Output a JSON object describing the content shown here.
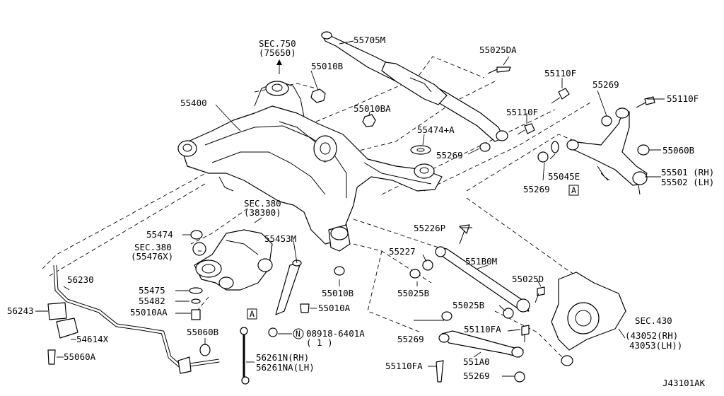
{
  "diagram_code": "J43101AK",
  "labels": {
    "sec750": "SEC.750",
    "sec750_ref": "(75650)",
    "p55705M": "55705M",
    "p55025DA": "55025DA",
    "p55010B_top": "55010B",
    "p55110F_a": "55110F",
    "p55269_a": "55269",
    "p55110F_b": "55110F",
    "p55400": "55400",
    "p55010BA": "55010BA",
    "p55110F_c": "55110F",
    "p55474A": "55474+A",
    "p55269_b": "55269",
    "p55060B_r": "55060B",
    "p55045E": "55045E",
    "p55501": "55501 (RH)",
    "p55502": "55502 (LH)",
    "p55269_c": "55269",
    "marker_A_right": "A",
    "sec380_a": "SEC.380",
    "sec380_a_ref": "(38300)",
    "p55474": "55474",
    "sec380_b": "SEC.380",
    "sec380_b_ref": "(55476X)",
    "p55453M": "55453M",
    "p55226P": "55226P",
    "p55227": "55227",
    "p551B0M": "551B0M",
    "p56230": "56230",
    "p55475": "55475",
    "p55482": "55482",
    "p55010AA": "55010AA",
    "p55010B_mid": "55010B",
    "p55025D": "55025D",
    "p55025B_a": "55025B",
    "p56243": "56243",
    "p55010A": "55010A",
    "p55025B_b": "55025B",
    "marker_A_left": "A",
    "p55060B_l": "55060B",
    "n_circle": "N",
    "p08918": "08918-6401A",
    "p08918_qty": "( 1 )",
    "p54614X": "54614X",
    "p55269_d": "55269",
    "p55110FA_a": "55110FA",
    "sec430": "SEC.430",
    "sec430_rh": "(43052(RH)",
    "sec430_lh": "43053(LH))",
    "p55060A": "55060A",
    "p56261N": "56261N(RH)",
    "p56261NA": "56261NA(LH)",
    "p551A0": "551A0",
    "p55110FA_b": "55110FA",
    "p55269_e": "55269"
  }
}
